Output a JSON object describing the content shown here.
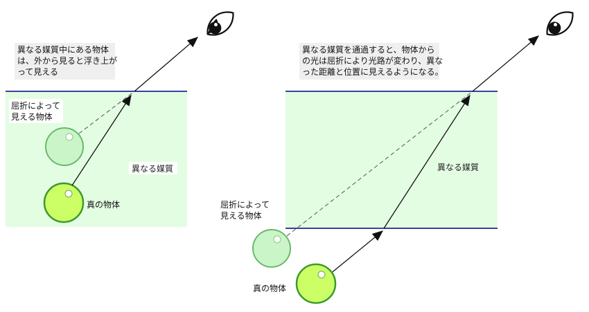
{
  "left_panel": {
    "caption_lines": [
      "異なる媒質中にある物体",
      "は、外から見ると浮き上が",
      "って見える"
    ],
    "apparent_label_lines": [
      "屈折によって",
      "見える物体"
    ],
    "medium_label": "異なる媒質",
    "true_label": "真の物体"
  },
  "right_panel": {
    "caption_lines": [
      "異なる媒質を通過すると、物体から",
      "の光は屈折により光路が変わり、異な",
      "った距離と位置に見えるようになる。"
    ],
    "apparent_label_lines": [
      "屈折によって",
      "見える物体"
    ],
    "medium_label": "異なる媒質",
    "true_label": "真の物体"
  },
  "colors": {
    "medium_fill": "#e3fde3",
    "boundary": "#3a3f9e",
    "true_object": "#ccff66",
    "true_object_stroke": "#3a9a2a",
    "apparent_object": "#c9f5c9",
    "apparent_object_stroke": "#6cb86c",
    "ray": "#111111",
    "eye": "#111111"
  }
}
